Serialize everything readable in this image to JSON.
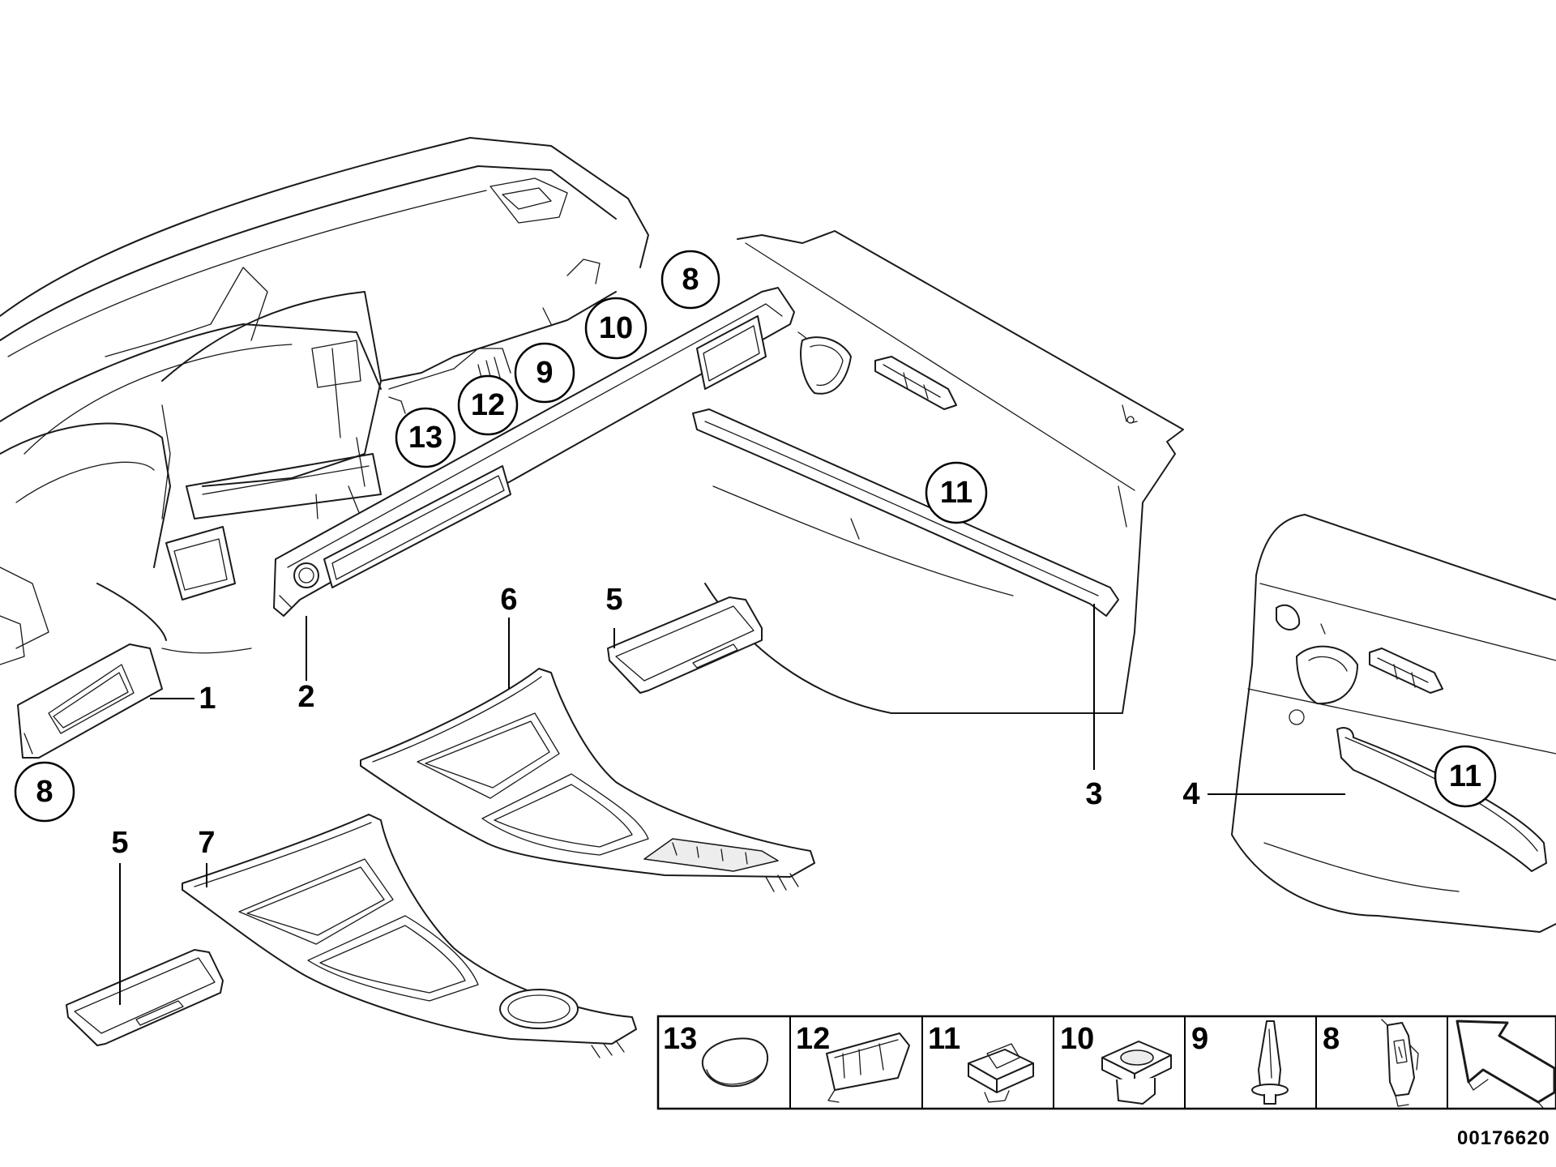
{
  "labels": {
    "dash_trim_left": "1",
    "dash_trim_center": "2",
    "front_door_trim": "3",
    "rear_door_trim": "4",
    "cover_upper": "5",
    "cover_lower": "5",
    "console_trim_upper": "6",
    "console_trim_lower": "7"
  },
  "callouts": {
    "c8_top": "8",
    "c10": "10",
    "c9": "9",
    "c12": "12",
    "c13": "13",
    "c11_front": "11",
    "c11_rear": "11",
    "c8_left": "8"
  },
  "parts_legend": [
    {
      "number": "13",
      "icon": "oval-plug-icon"
    },
    {
      "number": "12",
      "icon": "bracket-clip-icon"
    },
    {
      "number": "11",
      "icon": "square-clip-icon"
    },
    {
      "number": "10",
      "icon": "expansion-clip-icon"
    },
    {
      "number": "9",
      "icon": "push-pin-icon"
    },
    {
      "number": "8",
      "icon": "spring-clip-icon"
    }
  ],
  "direction_icon": "arrow-icon",
  "diagram_ref": "00176620"
}
